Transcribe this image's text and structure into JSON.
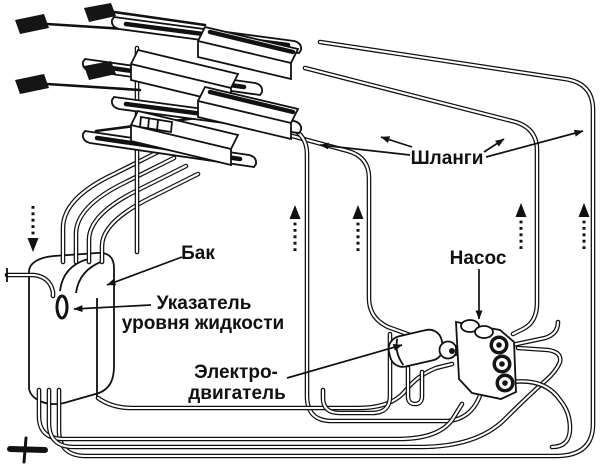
{
  "diagram": {
    "colors": {
      "line": "#111111",
      "background": "#ffffff"
    },
    "labels": {
      "hoses": "Шланги",
      "tank": "Бак",
      "level_line1": "Указатель",
      "level_line2": "уровня жидкости",
      "pump": "Насос",
      "motor_line1": "Электро-",
      "motor_line2": "двигатель"
    },
    "flow_arrows": {
      "up": 4,
      "down": 1
    }
  }
}
